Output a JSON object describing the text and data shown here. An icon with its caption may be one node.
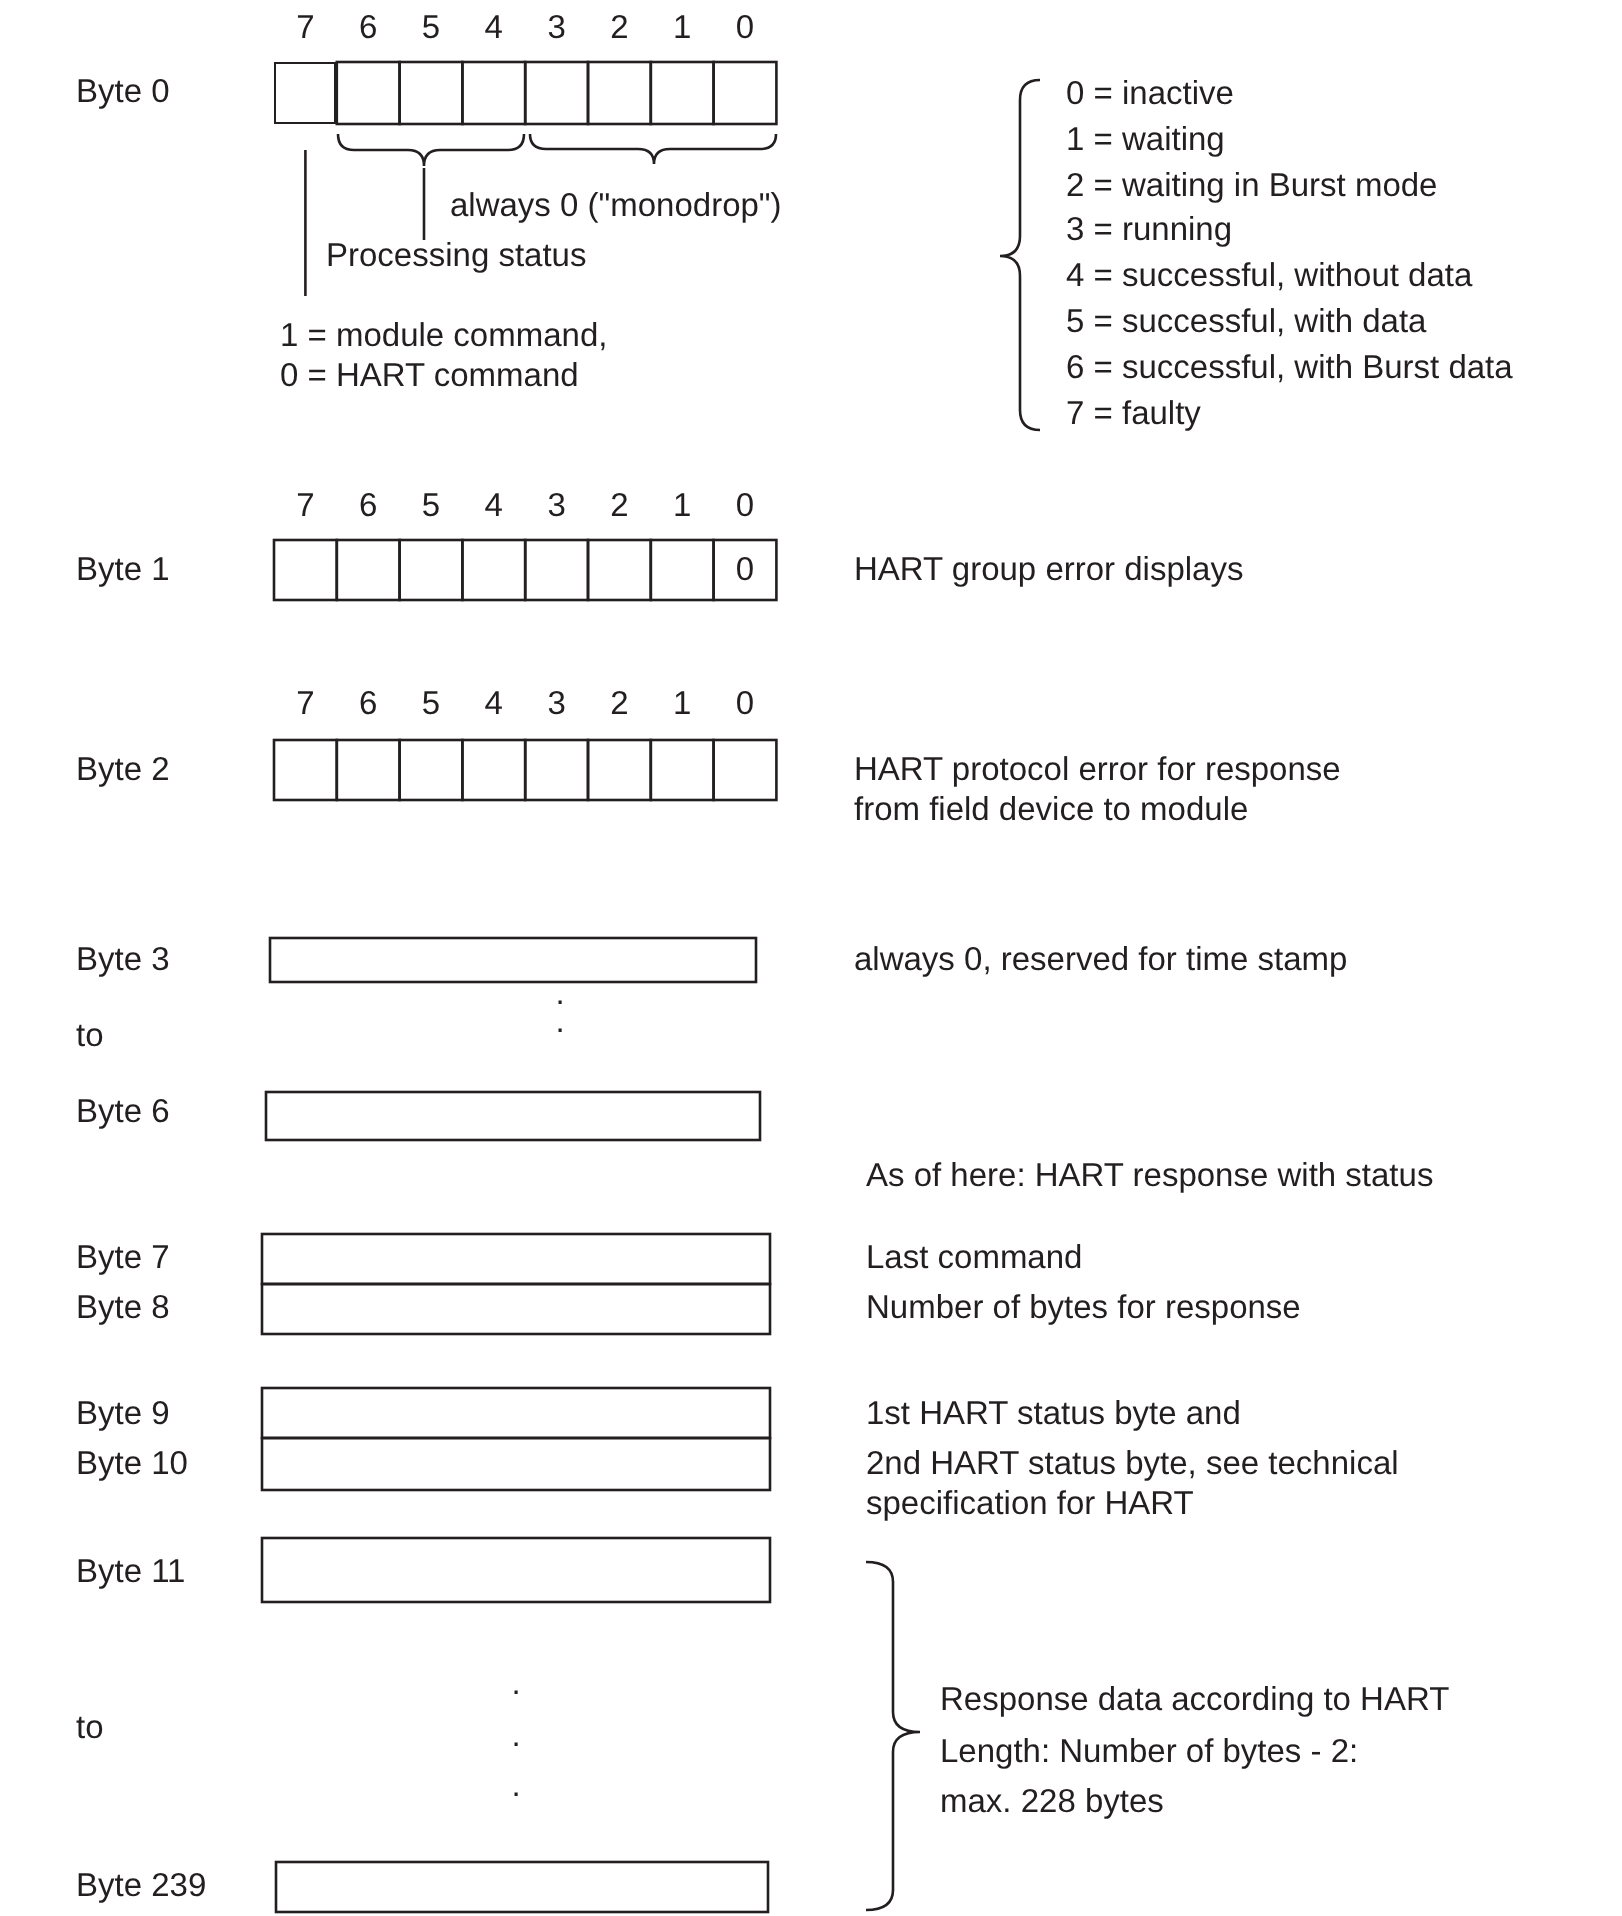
{
  "diagram": {
    "nodes": [
      {
        "text": [
          "always 0 (\"monodrop\")"
        ]
      },
      {
        "text": [],
        "shape": "brace"
      },
      {
        "text": [
          "1 = module command, 0 = HART command"
        ]
      },
      {
        "text": [],
        "shape": "box"
      }
    ],
    "edges": [
      {
        "from": 0,
        "to": 1,
        "arrow": "none"
      },
      {
        "from": 2,
        "to": 3,
        "arrow": "none"
      }
    ],
    "labels": [
      "7",
      "6",
      "5",
      "4",
      "3",
      "2",
      "1",
      "0",
      "Byte 0",
      "Processing status",
      "0 = inactive",
      "1 = waiting",
      "2 = waiting in Burst mode",
      "3 = running",
      "4 = successful, without data",
      "5 = successful, with data",
      "6 = successful, with Burst data",
      "7 = faulty",
      "7",
      "6",
      "5",
      "4",
      "3",
      "2",
      "1",
      "0",
      "Byte 1",
      "0",
      "HART group error displays",
      "7",
      "6",
      "5",
      "4",
      "3",
      "2",
      "1",
      "0",
      "Byte 2",
      "HART protocol error for response from field device to module",
      "Byte 3",
      "always 0, reserved for time stamp",
      ".",
      ".",
      "to",
      "Byte 6",
      "As of here: HART response with status",
      "Byte 7",
      "Byte 8",
      "Last command",
      "Number of bytes for response",
      "Byte 9",
      "Byte 10",
      "1st HART status byte and",
      "2nd HART status byte, see technical specification for HART",
      "Byte 11",
      "to",
      ".",
      ".",
      ".",
      "Response data according to HART",
      "Length: Number of bytes - 2:",
      "max. 228 bytes",
      "Byte 239"
    ]
  }
}
